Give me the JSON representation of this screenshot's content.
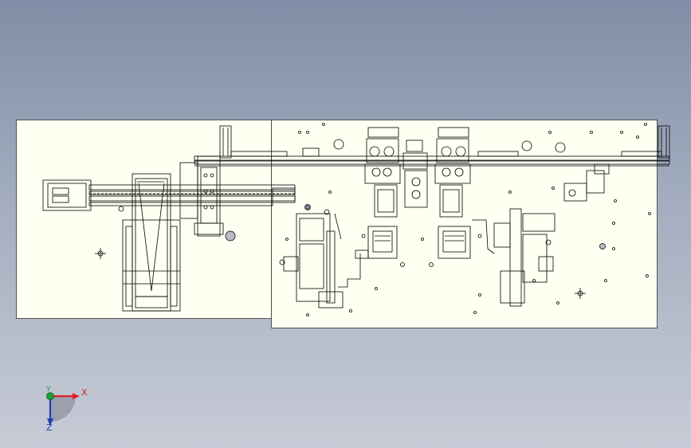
{
  "background": {
    "top": "#7f8ea6",
    "bottom": "#c7cbd6"
  },
  "paper_color": "#fffff2",
  "line_color": "#000000",
  "triad": {
    "x_label": "X",
    "y_label": "Y",
    "z_label": "Z",
    "x_color": "#e0202a",
    "y_color": "#1e9e3a",
    "z_color": "#2238b8",
    "x_icon": "axis-arrow-x",
    "y_icon": "axis-origin-y",
    "z_icon": "axis-arrow-z"
  }
}
